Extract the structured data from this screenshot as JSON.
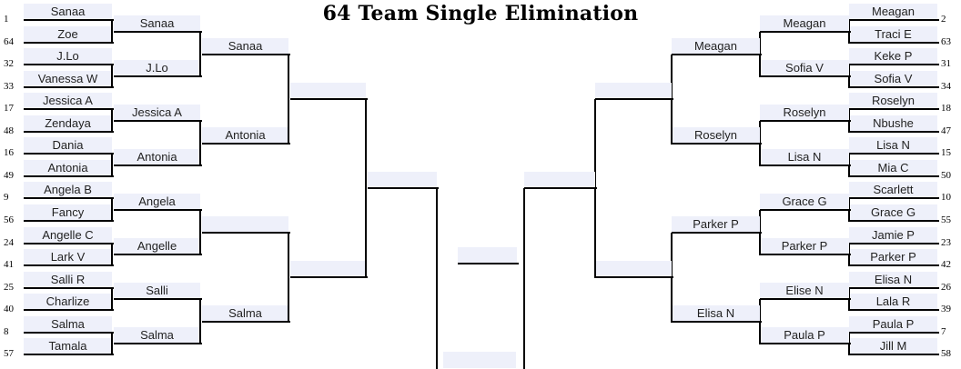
{
  "title": "64 Team Single Elimination",
  "left": {
    "round1": [
      {
        "seed": "1",
        "name": "Sanaa"
      },
      {
        "seed": "64",
        "name": "Zoe"
      },
      {
        "seed": "32",
        "name": "J.Lo"
      },
      {
        "seed": "33",
        "name": "Vanessa W"
      },
      {
        "seed": "17",
        "name": "Jessica A"
      },
      {
        "seed": "48",
        "name": "Zendaya"
      },
      {
        "seed": "16",
        "name": "Dania"
      },
      {
        "seed": "49",
        "name": "Antonia"
      },
      {
        "seed": "9",
        "name": "Angela B"
      },
      {
        "seed": "56",
        "name": "Fancy"
      },
      {
        "seed": "24",
        "name": "Angelle C"
      },
      {
        "seed": "41",
        "name": "Lark V"
      },
      {
        "seed": "25",
        "name": "Salli R"
      },
      {
        "seed": "40",
        "name": "Charlize"
      },
      {
        "seed": "8",
        "name": "Salma"
      },
      {
        "seed": "57",
        "name": "Tamala"
      }
    ],
    "round2": [
      "Sanaa",
      "J.Lo",
      "Jessica A",
      "Antonia",
      "Angela",
      "Angelle",
      "Salli",
      "Salma"
    ],
    "round3": [
      "Sanaa",
      "Antonia",
      "",
      "Salma"
    ],
    "round4": [
      "",
      ""
    ],
    "round5": [
      ""
    ]
  },
  "right": {
    "round1": [
      {
        "seed": "2",
        "name": "Meagan"
      },
      {
        "seed": "63",
        "name": "Traci E"
      },
      {
        "seed": "31",
        "name": "Keke P"
      },
      {
        "seed": "34",
        "name": "Sofia V"
      },
      {
        "seed": "18",
        "name": "Roselyn"
      },
      {
        "seed": "47",
        "name": "Nbushe"
      },
      {
        "seed": "15",
        "name": "Lisa N"
      },
      {
        "seed": "50",
        "name": "Mia C"
      },
      {
        "seed": "10",
        "name": "Scarlett"
      },
      {
        "seed": "55",
        "name": "Grace G"
      },
      {
        "seed": "23",
        "name": "Jamie P"
      },
      {
        "seed": "42",
        "name": "Parker P"
      },
      {
        "seed": "26",
        "name": "Elisa N"
      },
      {
        "seed": "39",
        "name": "Lala R"
      },
      {
        "seed": "7",
        "name": "Paula P"
      },
      {
        "seed": "58",
        "name": "Jill M"
      }
    ],
    "round2": [
      "Meagan",
      "Sofia V",
      "Roselyn",
      "Lisa N",
      "Grace G",
      "Parker P",
      "Elise N",
      "Paula P"
    ],
    "round3": [
      "Meagan",
      "Roselyn",
      "Parker P",
      "Elisa N"
    ],
    "round4": [
      "",
      ""
    ],
    "round5": [
      ""
    ]
  },
  "final": [
    "",
    ""
  ]
}
